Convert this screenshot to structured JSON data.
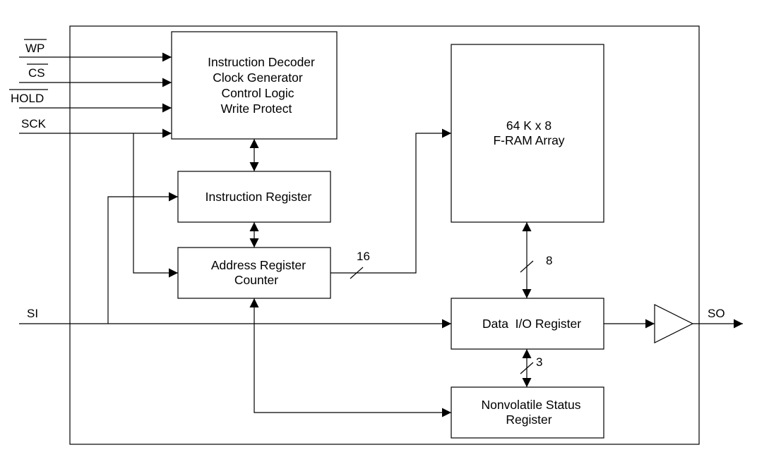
{
  "signals": {
    "wp": "WP",
    "cs": "CS",
    "hold": "HOLD",
    "sck": "SCK",
    "si": "SI",
    "so": "SO"
  },
  "blocks": {
    "control": {
      "lines": [
        "Instruction Decoder",
        "Clock Generator",
        "Control Logic",
        "Write Protect"
      ]
    },
    "instruction_register": {
      "lines": [
        "Instruction Register"
      ]
    },
    "address_register": {
      "lines": [
        "Address Register",
        "Counter"
      ]
    },
    "fram_array": {
      "lines": [
        "64 K x 8",
        "F-RAM Array"
      ]
    },
    "data_io_register": {
      "lines": [
        "Data  I/O Register"
      ]
    },
    "status_register": {
      "lines": [
        "Nonvolatile Status",
        "Register"
      ]
    }
  },
  "bus_widths": {
    "address_bus": "16",
    "data_bus": "8",
    "status_bus": "3"
  }
}
